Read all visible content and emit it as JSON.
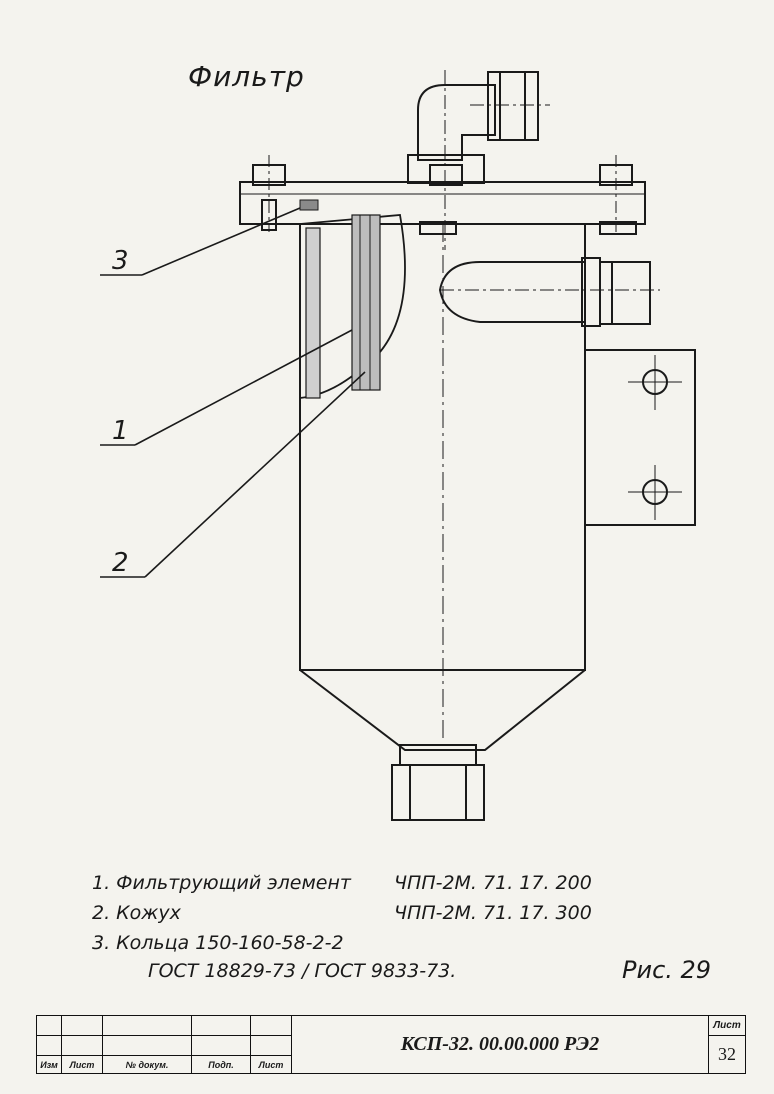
{
  "drawing": {
    "title": "Фильтр",
    "callouts": [
      "3",
      "1",
      "2"
    ],
    "parts": [
      {
        "item": "1. Фильтрующий элемент",
        "code": "ЧПП-2М. 71. 17. 200"
      },
      {
        "item": "2. Кожух",
        "code": "ЧПП-2М. 71. 17. 300"
      },
      {
        "item": "3. Кольца 150-160-58-2-2",
        "code": ""
      }
    ],
    "standard": "ГОСТ 18829-73 / ГОСТ 9833-73.",
    "figure_label": "Рис. 29"
  },
  "title_block": {
    "columns": [
      "Изм",
      "Лист",
      "№ докум.",
      "Подп.",
      "Лист"
    ],
    "document_number": "КСП-32. 00.00.000 РЭ2",
    "sheet_header": "Лист",
    "sheet_number": "32"
  }
}
